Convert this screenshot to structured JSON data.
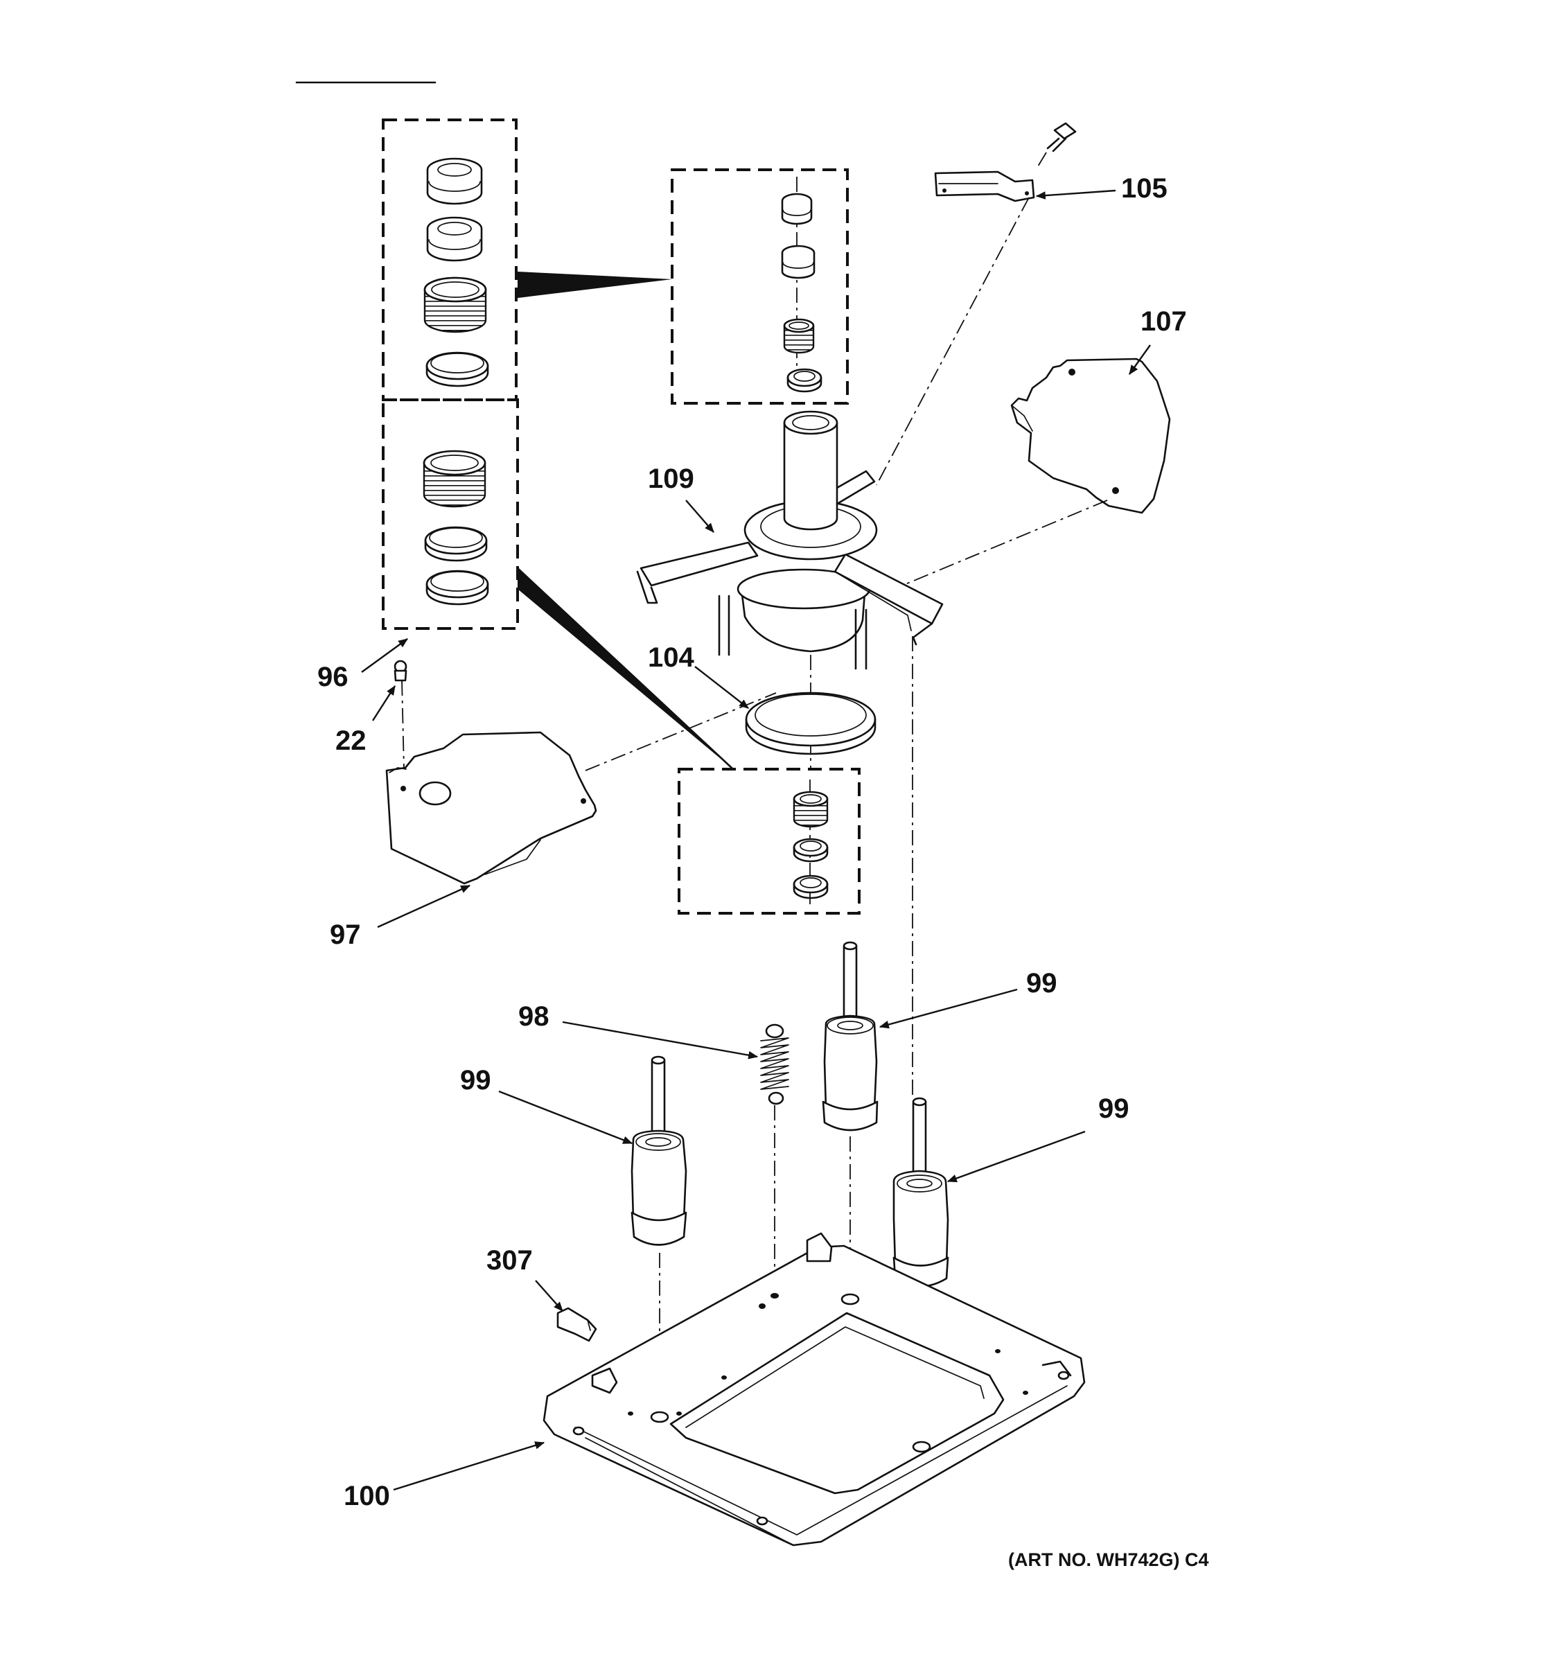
{
  "diagram": {
    "art_number": "(ART NO. WH742G) C4",
    "callouts": {
      "c105": "105",
      "c107": "107",
      "c109": "109",
      "c104": "104",
      "c96": "96",
      "c22": "22",
      "c97": "97",
      "c98": "98",
      "c99_center": "99",
      "c99_left": "99",
      "c99_right": "99",
      "c307": "307",
      "c100": "100"
    }
  }
}
